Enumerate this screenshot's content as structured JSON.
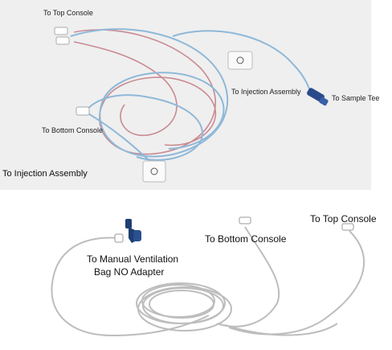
{
  "top_figure": {
    "labels": {
      "to_top_console": "To Top Console",
      "to_bottom_console": "To Bottom Console",
      "to_injection_assembly_right": "To Injection Assembly",
      "to_sample_tee": "To Sample Tee",
      "to_injection_assembly_caption": "To Injection Assembly"
    },
    "colors": {
      "background": "#efefef",
      "tube_blue": "#8fb8d8",
      "tube_red": "#c98a92",
      "connector_blue": "#2b4a8a"
    }
  },
  "bottom_figure": {
    "labels": {
      "to_manual_ventilation_line1": "To Manual Ventilation",
      "to_manual_ventilation_line2": "Bag NO Adapter",
      "to_bottom_console": "To Bottom Console",
      "to_top_console": "To Top Console"
    },
    "colors": {
      "tube": "#bdbdbd",
      "adapter": "#1f3f72"
    }
  }
}
